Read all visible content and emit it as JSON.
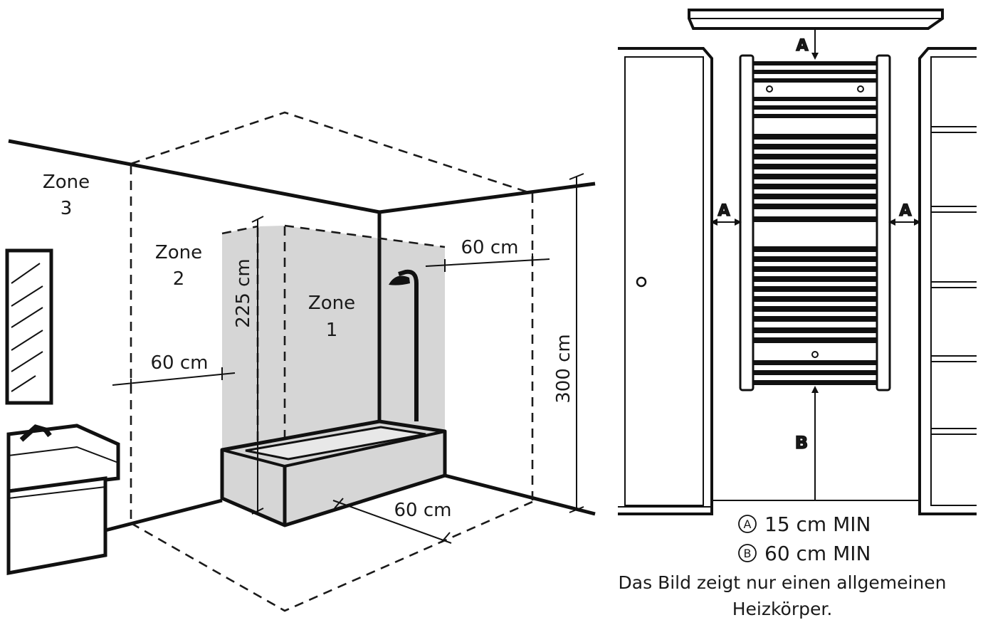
{
  "bathroom": {
    "zone3": {
      "word": "Zone",
      "number": "3"
    },
    "zone2": {
      "word": "Zone",
      "number": "2"
    },
    "zone1": {
      "word": "Zone",
      "number": "1"
    },
    "dim_225": "225 cm",
    "dim_300": "300 cm",
    "dim_60_left": "60 cm",
    "dim_60_right": "60 cm",
    "dim_60_floor": "60 cm"
  },
  "radiator": {
    "marker_a": "A",
    "marker_b": "B",
    "legend_a": "15 cm MIN",
    "legend_b": "60 cm MIN",
    "note_line1": "Das Bild zeigt nur einen allgemeinen",
    "note_line2": "Heizkörper."
  },
  "colors": {
    "zone1_fill": "#d6d6d6",
    "line": "#111111"
  }
}
